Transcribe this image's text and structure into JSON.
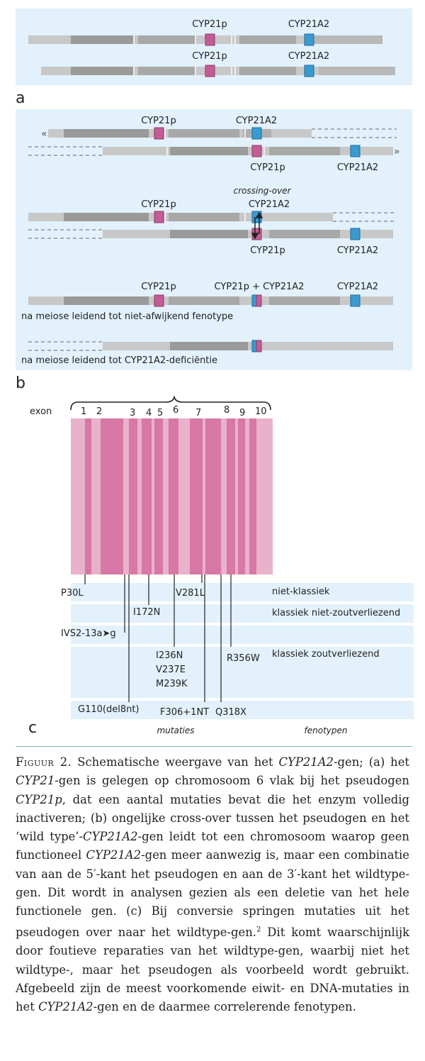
{
  "panel_a": {
    "letter": "a",
    "rows": [
      {
        "pseudo_label": "CYP21p",
        "gene_label": "CYP21A2"
      },
      {
        "pseudo_label": "CYP21p",
        "gene_label": "CYP21A2"
      }
    ]
  },
  "panel_b": {
    "letter": "b",
    "misaligned": {
      "top_pseudo": "CYP21p",
      "top_gene": "CYP21A2",
      "bottom_pseudo": "CYP21p",
      "bottom_gene": "CYP21A2"
    },
    "crossing": {
      "note": "crossing-over",
      "top_pseudo": "CYP21p",
      "top_gene": "CYP21A2",
      "bottom_pseudo": "CYP21p",
      "bottom_gene": "CYP21A2"
    },
    "result_normal": {
      "pseudo": "CYP21p",
      "combo": "CYP21p + CYP21A2",
      "gene": "CYP21A2",
      "caption": "na meiose leidend tot niet-afwijkend fenotype"
    },
    "result_deficient": {
      "caption": "na meiose leidend tot CYP21A2-deficiëntie"
    }
  },
  "panel_c": {
    "letter": "c",
    "exon_word": "exon",
    "exons": [
      "1",
      "2",
      "3",
      "4",
      "5",
      "6",
      "7",
      "8",
      "9",
      "10"
    ],
    "mutations": [
      "P30L",
      "I172N",
      "IVS2-13a➤g",
      "V281L",
      "I236N",
      "V237E",
      "M239K",
      "R356W",
      "G110(del8nt)",
      "F306+1NT",
      "Q318X"
    ],
    "phenotypes": [
      "niet-klassiek",
      "klassiek niet-zoutverliezend",
      "klassiek zoutverliezend"
    ],
    "footer_mutations": "mutaties",
    "footer_phenotypes": "fenotypen",
    "colors": {
      "exon": "#d778a6",
      "intron": "#e8b2cb"
    }
  },
  "caption": {
    "head": "Figuur 2.",
    "segments": [
      {
        "t": " Schematische weergave van het "
      },
      {
        "i": "CYP21A2"
      },
      {
        "t": "-gen; (a) het "
      },
      {
        "i": "CYP21"
      },
      {
        "t": "-gen is gelegen op chromosoom 6 vlak bij het pseudogen "
      },
      {
        "i": "CYP21p"
      },
      {
        "t": ", dat een aantal mutaties bevat die het enzym volledig inactiveren; (b) ongelijke cross-over tussen het pseudogen en het ‘wild type’-"
      },
      {
        "i": "CYP21A2"
      },
      {
        "t": "-gen leidt tot een chromosoom waarop geen functioneel "
      },
      {
        "i": "CYP21A2"
      },
      {
        "t": "-gen meer aanwezig is, maar een combinatie van aan de 5′-kant het pseudogen en aan de 3′-kant het wildtype-gen. Dit wordt in analysen gezien als een deletie van het hele functionele gen. (c) Bij conversie springen mutaties uit het pseudogen over naar het wildtype-gen."
      },
      {
        "s": "2"
      },
      {
        "t": " Dit komt waarschijnlijk door foutieve reparaties van het wildtype-gen, waarbij niet het wildtype-, maar het pseudogen als voorbeeld wordt gebruikt. Afgebeeld zijn de meest voorkomende eiwit- en DNA-mutaties in het "
      },
      {
        "i": "CYP21A2"
      },
      {
        "t": "-gen en de daarmee correlerende fenotypen."
      }
    ]
  }
}
